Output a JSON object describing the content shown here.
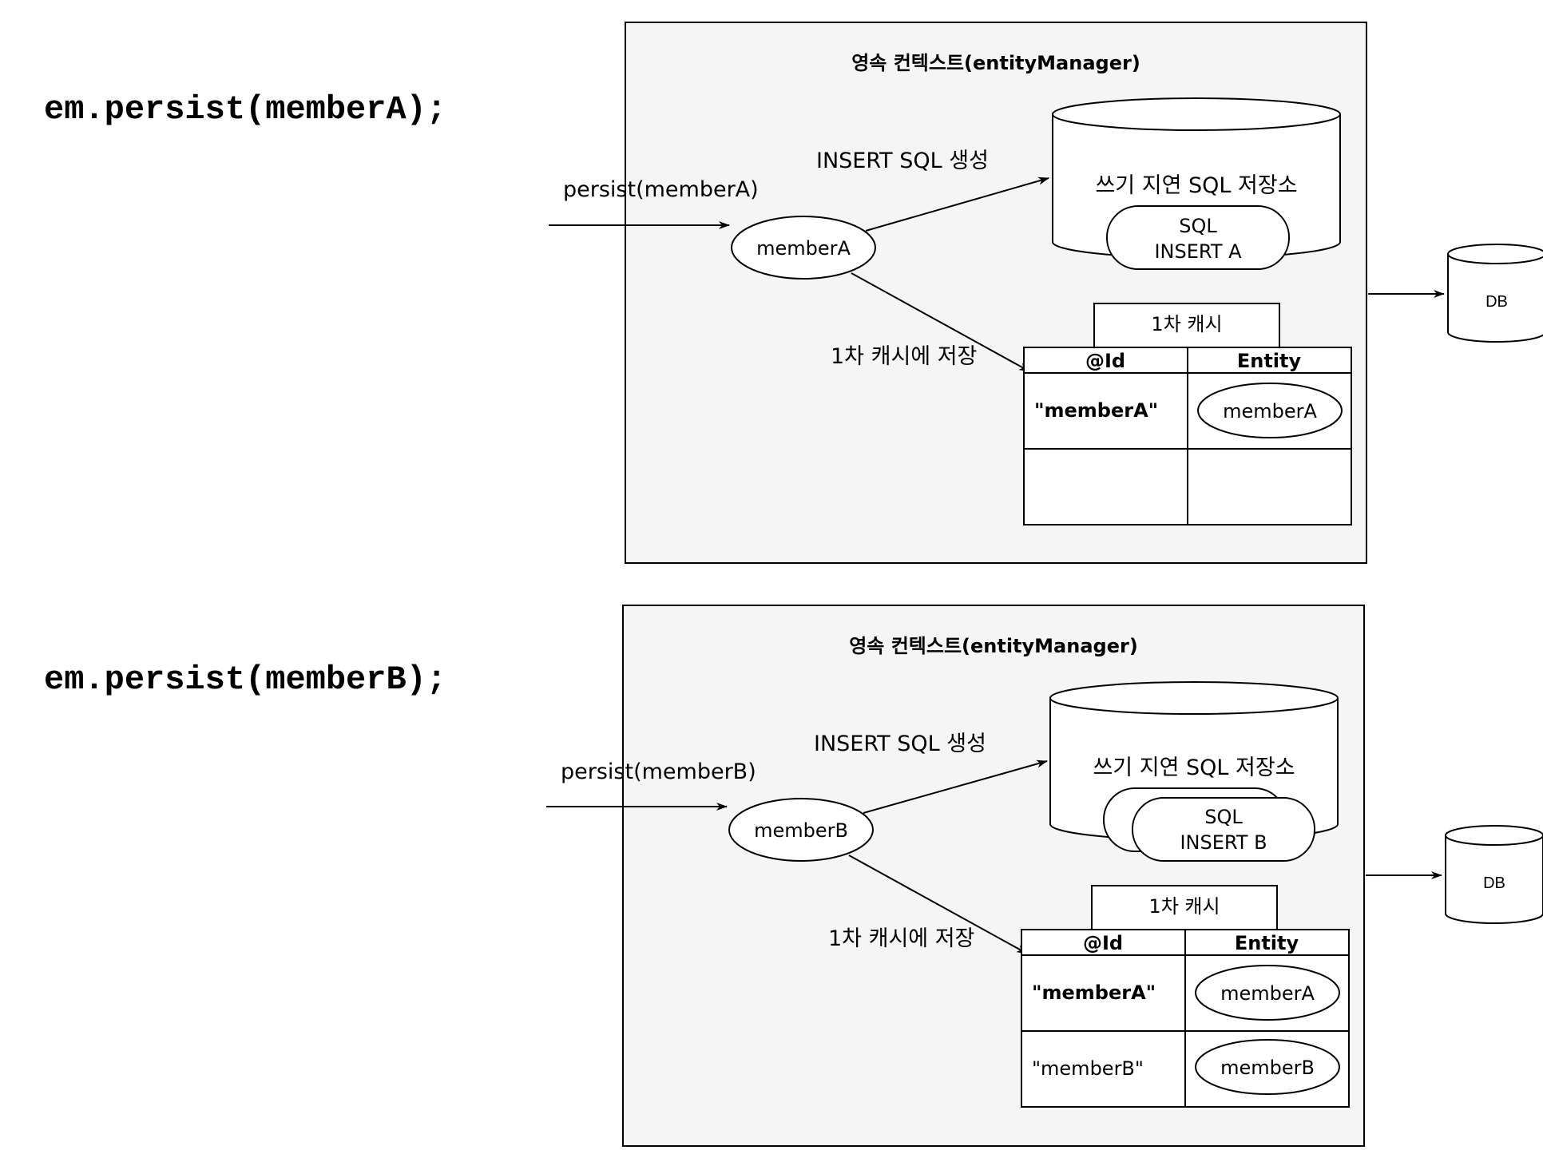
{
  "diagrams": [
    {
      "code": "em.persist(memberA);",
      "context_title": "영속 컨텍스트(entityManager)",
      "persist_call": "persist(memberA)",
      "entity_node": "memberA",
      "insert_label": "INSERT SQL 생성",
      "store_label": "쓰기 지연 SQL 저장소",
      "sql_items": [
        {
          "line1": "SQL",
          "line2": "INSERT A"
        }
      ],
      "cache_label": "1차 캐시에 저장",
      "cache_title": "1차 캐시",
      "table_headers": {
        "id": "@Id",
        "entity": "Entity"
      },
      "rows": [
        {
          "id": "\"memberA\"",
          "entity": "memberA"
        }
      ],
      "db_label": "DB"
    },
    {
      "code": "em.persist(memberB);",
      "context_title": "영속 컨텍스트(entityManager)",
      "persist_call": "persist(memberB)",
      "entity_node": "memberB",
      "insert_label": "INSERT SQL 생성",
      "store_label": "쓰기 지연 SQL 저장소",
      "sql_items": [
        {
          "line1": "",
          "line2": ""
        },
        {
          "line1": "SQL",
          "line2": "INSERT B"
        }
      ],
      "cache_label": "1차 캐시에 저장",
      "cache_title": "1차 캐시",
      "table_headers": {
        "id": "@Id",
        "entity": "Entity"
      },
      "rows": [
        {
          "id": "\"memberA\"",
          "entity": "memberA"
        },
        {
          "id": "\"memberB\"",
          "entity": "memberB"
        }
      ],
      "db_label": "DB"
    }
  ]
}
